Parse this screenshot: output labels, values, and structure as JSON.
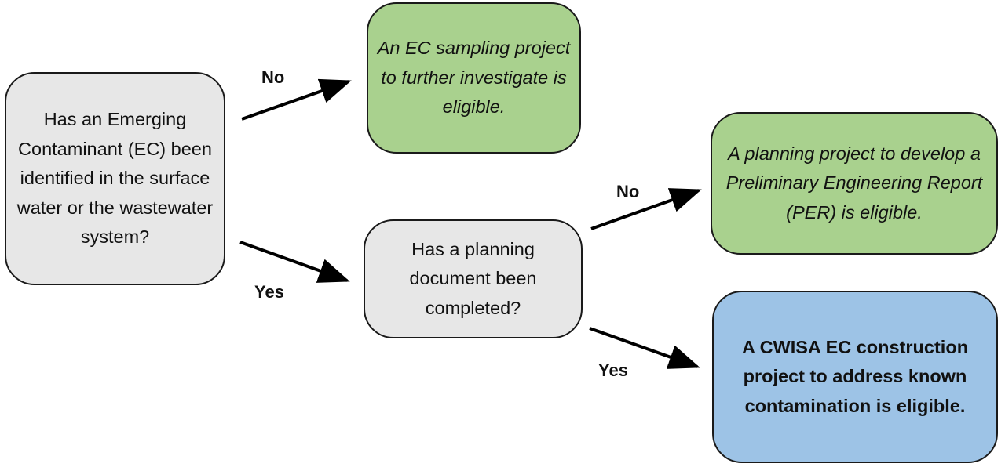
{
  "nodes": {
    "q1": "Has an Emerging Contaminant (EC) been identified in the surface water or the wastewater system?",
    "q2": "Has a planning document been completed?",
    "r_sampling": "An EC sampling project to further investigate is eligible.",
    "r_planning": "A planning project to develop a Preliminary Engineering Report (PER) is eligible.",
    "r_construction": "A CWISA EC construction project to address known contamination is eligible."
  },
  "edges": {
    "q1_no": "No",
    "q1_yes": "Yes",
    "q2_no": "No",
    "q2_yes": "Yes"
  },
  "colors": {
    "question_fill": "#e7e7e7",
    "outcome_fill": "#a9d18e",
    "final_fill": "#9dc3e6",
    "stroke": "#1a1a1a"
  }
}
